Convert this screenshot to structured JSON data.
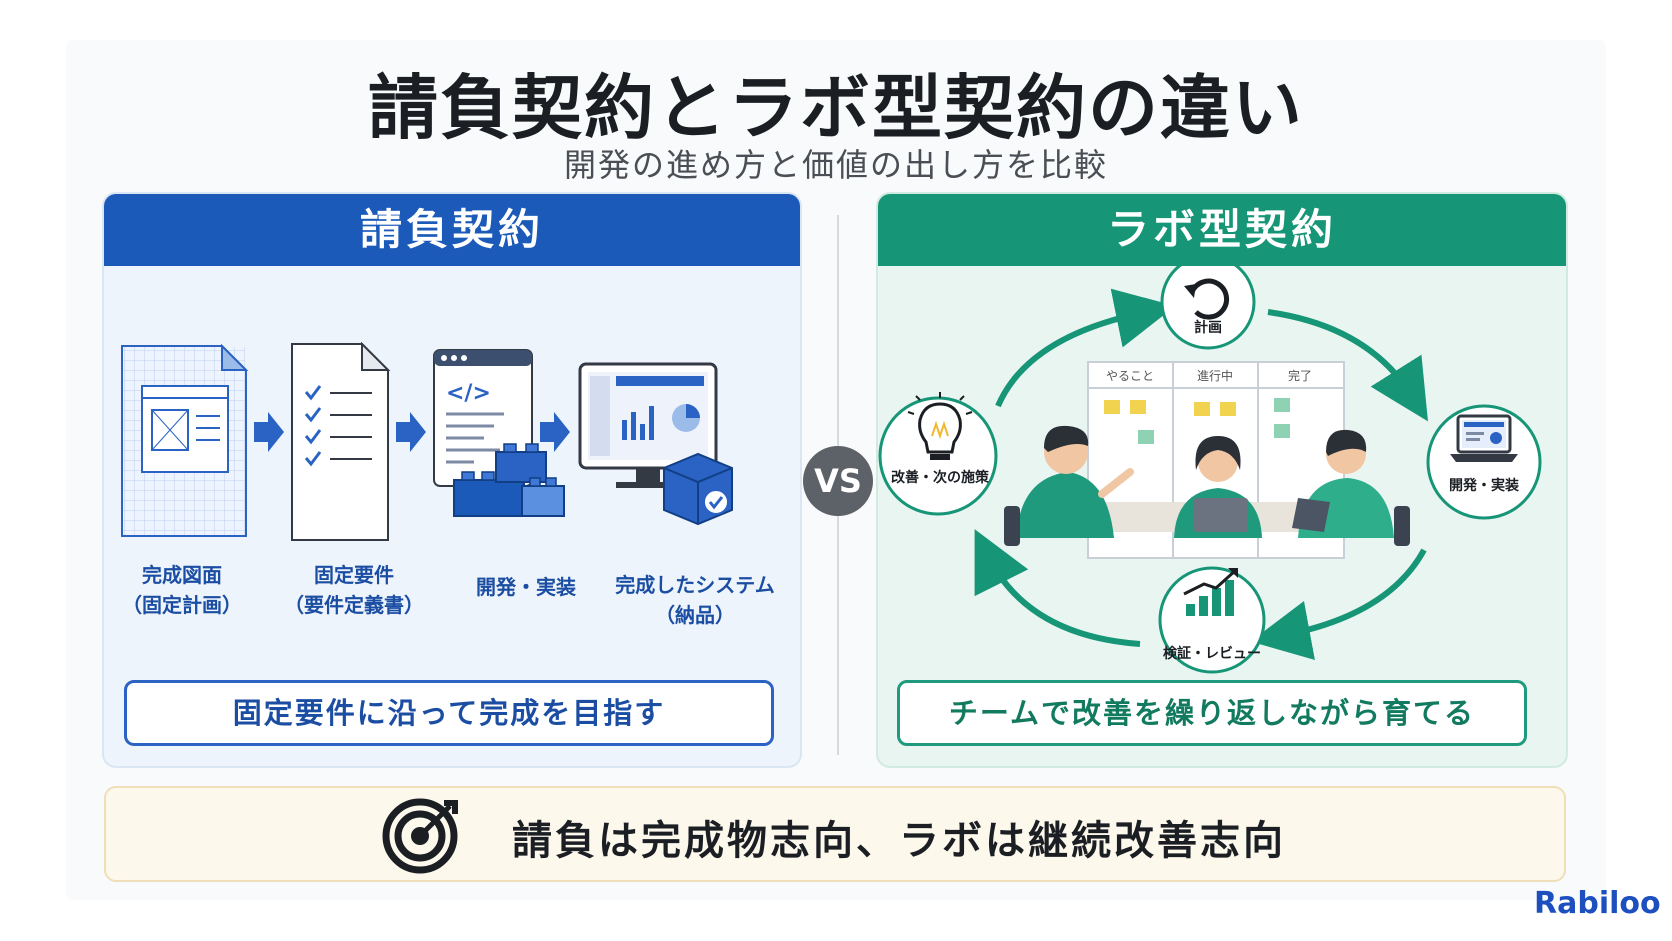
{
  "title": "請負契約とラボ型契約の違い",
  "subtitle": "開発の進め方と価値の出し方を比較",
  "left_panel": {
    "heading": "請負契約",
    "steps": [
      {
        "line1": "完成図面",
        "line2": "（固定計画）"
      },
      {
        "line1": "固定要件",
        "line2": "（要件定義書）"
      },
      {
        "line1": "開発・実装",
        "line2": ""
      },
      {
        "line1": "完成したシステム",
        "line2": "（納品）"
      }
    ],
    "code_glyph": "</>",
    "goal": "固定要件に沿って完成を目指す"
  },
  "vs": "VS",
  "right_panel": {
    "heading": "ラボ型契約",
    "cycle": {
      "plan": "計画",
      "develop": "開発・実装",
      "review": "検証・レビュー",
      "improve": "改善・次の施策"
    },
    "board_columns": [
      "やること",
      "進行中",
      "完了"
    ],
    "goal": "チームで改善を繰り返しながら育てる"
  },
  "summary": "請負は完成物志向、ラボは継続改善志向",
  "brand": "Rabiloo",
  "colors": {
    "blue": "#1b5ab9",
    "green": "#179577",
    "vs_gray": "#5d6168",
    "summary_bg": "#fdf8ec"
  },
  "icons": [
    "blueprint-icon",
    "checklist-icon",
    "code-window-icon",
    "blocks-icon",
    "monitor-dashboard-icon",
    "package-check-icon",
    "refresh-icon",
    "laptop-icon",
    "growth-chart-icon",
    "lightbulb-icon",
    "target-icon"
  ]
}
